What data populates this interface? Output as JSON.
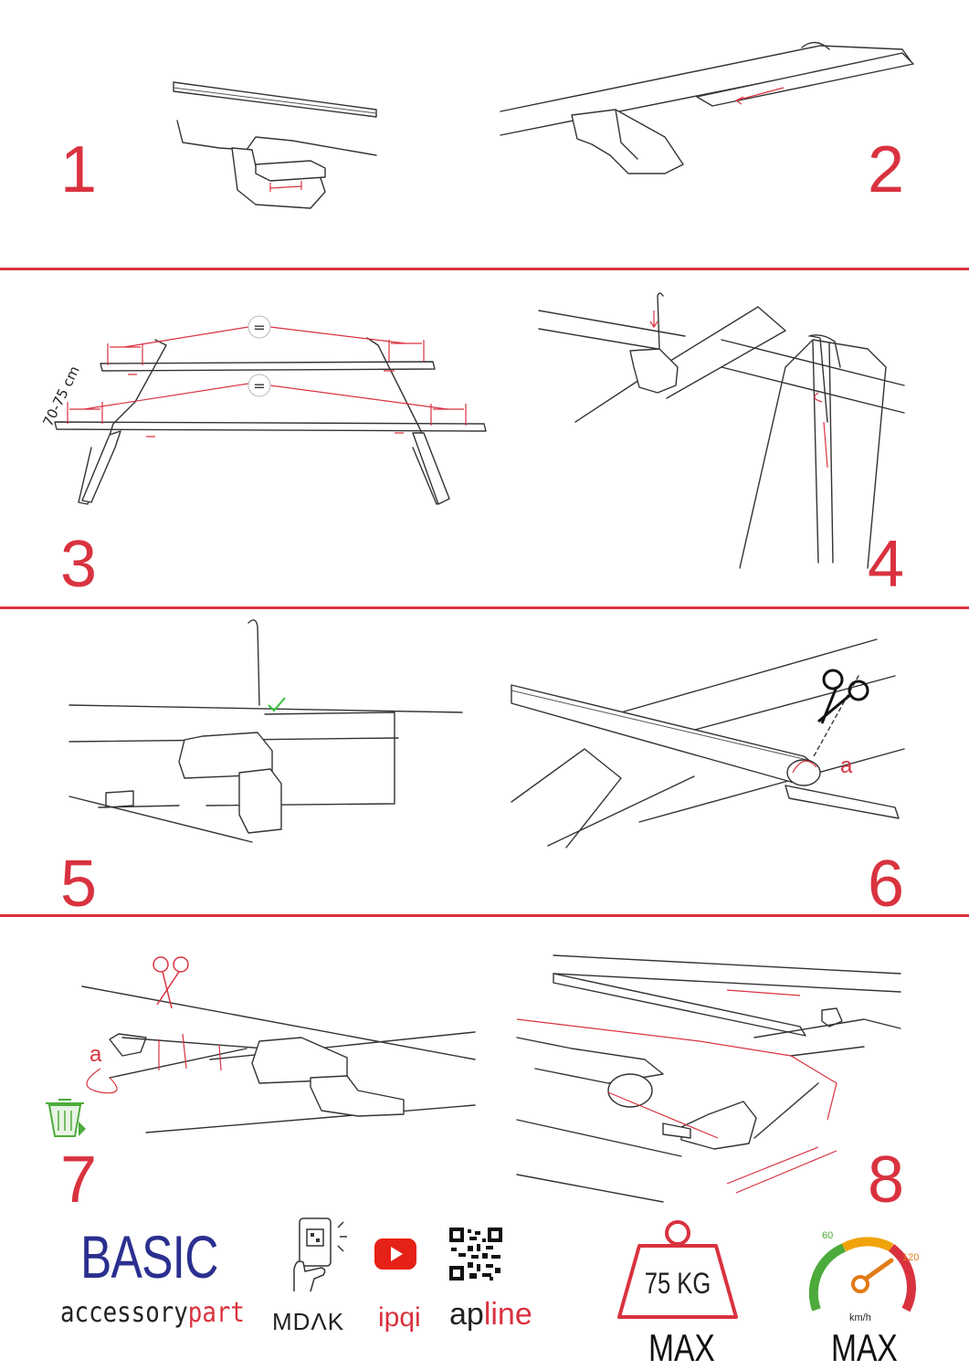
{
  "steps": [
    {
      "number": "1"
    },
    {
      "number": "2"
    },
    {
      "number": "3"
    },
    {
      "number": "4"
    },
    {
      "number": "5"
    },
    {
      "number": "6"
    },
    {
      "number": "7"
    },
    {
      "number": "8"
    }
  ],
  "step3": {
    "equal_mark": "=",
    "distance_label": "70-75 cm"
  },
  "step6": {
    "part_label": "a"
  },
  "step7": {
    "part_label": "a"
  },
  "footer": {
    "brand_main": "BASIC",
    "brand_sub_black": "accessory",
    "brand_sub_red": "part",
    "logo_mdak": "MDΛK",
    "logo_ipqi": "ipqi",
    "logo_apline_black": "ap",
    "logo_apline_red": "line",
    "load": {
      "value": "75 KG",
      "label": "MAX"
    },
    "speed": {
      "tick_low": "60",
      "tick_high": "120",
      "unit": "km/h",
      "label": "MAX"
    }
  },
  "colors": {
    "accent": "#d9323f",
    "brand_blue": "#2b2f8f",
    "recycle_green": "#4cab3a",
    "youtube_red": "#e62117"
  },
  "icons": [
    "scissors-icon",
    "recycle-bin-icon",
    "phone-qr-scan-icon",
    "youtube-icon",
    "qr-code-icon",
    "weight-icon",
    "speedometer-icon",
    "check-icon"
  ]
}
